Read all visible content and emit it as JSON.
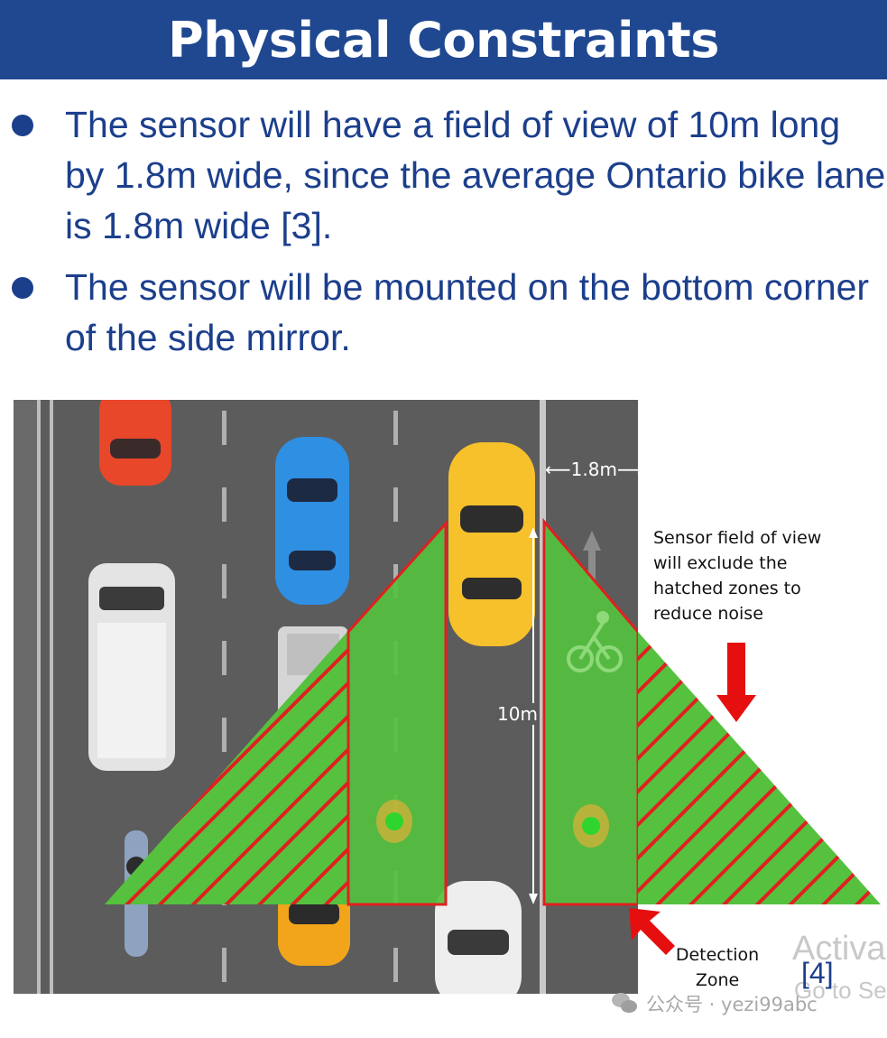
{
  "title": "Physical Constraints",
  "bullets": [
    "The sensor will have a field of view of 10m long by 1.8m wide, since the average Ontario bike lane is 1.8m wide [3].",
    "The sensor will be mounted on the bottom corner of the side mirror."
  ],
  "diagram": {
    "width_label": "⟵1.8m⟶",
    "length_label": "10m",
    "fov_note": [
      "Sensor field of view",
      "will exclude the",
      "hatched zones to",
      "reduce noise"
    ],
    "detection_label": [
      "Detection",
      "Zone"
    ],
    "reference": "[4]",
    "colors": {
      "road": "#5c5c5c",
      "detection_fill": "#55c13f",
      "hatch": "#e02020",
      "outline": "#e02020"
    }
  },
  "overlay": {
    "activate_text": "Activa",
    "goto_text": "Go to Se"
  },
  "watermark": {
    "text": "公众号 · yezi99abc",
    "icon": "wechat-icon"
  }
}
